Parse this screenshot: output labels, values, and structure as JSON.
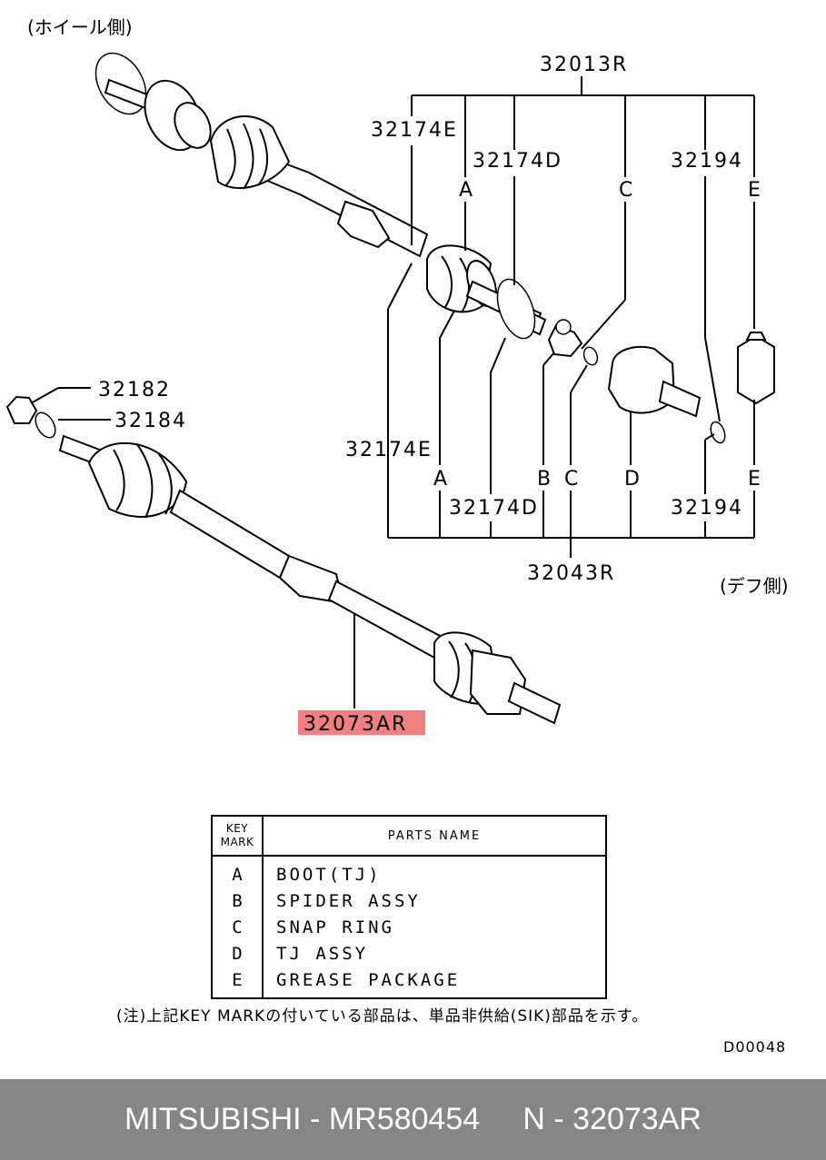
{
  "diagram": {
    "wheel_side_label": "(ホイール側)",
    "diff_side_label": "(デフ側)",
    "highlight_color": "#f08080",
    "callouts": {
      "top_assy": "32013R",
      "upper_e": "32174E",
      "upper_d": "32174D",
      "upper_32194": "32194",
      "nut": "32182",
      "washer": "32184",
      "lower_e": "32174E",
      "lower_d": "32174D",
      "lower_32194": "32194",
      "bottom_assy": "32043R",
      "main_part": "32073AR"
    },
    "letter_marks_upper": [
      "A",
      "C",
      "E"
    ],
    "letter_marks_lower": [
      "A",
      "B",
      "C",
      "D",
      "E"
    ]
  },
  "legend": {
    "header_key": [
      "KEY",
      "MARK"
    ],
    "header_name": "PARTS NAME",
    "rows": [
      {
        "key": "A",
        "name": "BOOT(TJ)"
      },
      {
        "key": "B",
        "name": "SPIDER ASSY"
      },
      {
        "key": "C",
        "name": "SNAP RING"
      },
      {
        "key": "D",
        "name": "TJ ASSY"
      },
      {
        "key": "E",
        "name": "GREASE PACKAGE"
      }
    ],
    "note": "(注)上記KEY MARKの付いている部品は、単品非供給(SIK)部品を示す。",
    "drawing_code": "D00048"
  },
  "footer": {
    "brand": "MITSUBISHI",
    "part_number": "MR580454",
    "ref": "N - 32073AR",
    "bg_color": "#868686"
  }
}
